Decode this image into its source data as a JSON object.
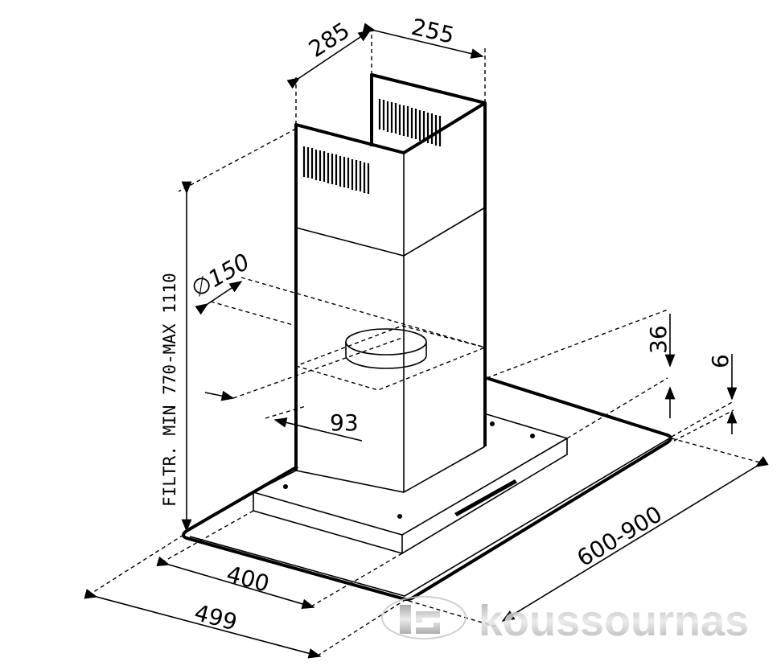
{
  "title": "Chimney range hood dimension drawing",
  "dimensions": {
    "depth_top": "285",
    "width_top": "255",
    "duct_diameter": "∅150",
    "duct_offset": "93",
    "glass_thickness_total": "36",
    "glass_thickness": "6",
    "width_range": "600-900",
    "box_depth": "400",
    "total_depth": "499",
    "height_range": "FILTR. MIN 770-MAX 1110"
  },
  "watermark": {
    "brand": "koussournas",
    "logo_text": "K"
  }
}
